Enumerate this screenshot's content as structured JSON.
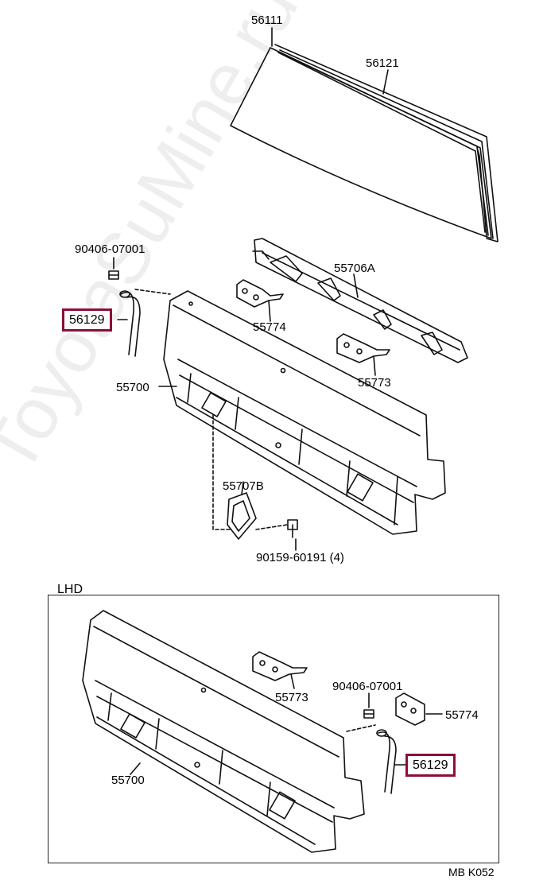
{
  "labels": {
    "p56111": "56111",
    "p56121": "56121",
    "bolt_top": "90406-07001",
    "p55706a": "55706A",
    "p56129_top": "56129",
    "p55774_top": "55774",
    "p55773_top": "55773",
    "p55700_top": "55700",
    "p55707b": "55707B",
    "screw": "90159-60191 (4)",
    "lhd": "LHD",
    "p55773_lhd": "55773",
    "bolt_lhd": "90406-07001",
    "p55774_lhd": "55774",
    "p56129_lhd": "56129",
    "p55700_lhd": "55700",
    "code": "MB  K052"
  },
  "watermark": "ToyotaSuMine.ru",
  "colors": {
    "highlight": "#8a1035",
    "line": "#111111"
  }
}
